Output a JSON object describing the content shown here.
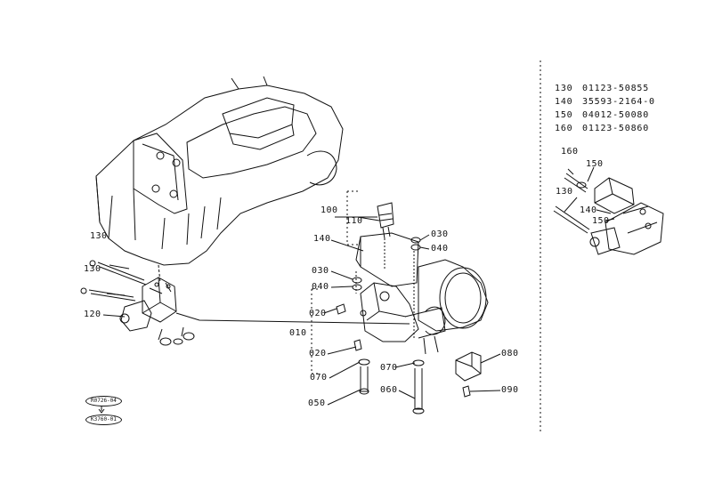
{
  "callouts": {
    "c100": "100",
    "c110": "110",
    "c140": "140",
    "c030a": "030",
    "c040a": "040",
    "c030b": "030",
    "c040b": "040",
    "c020a": "020",
    "c010": "010",
    "c020b": "020",
    "c070a": "070",
    "c070b": "070",
    "c050": "050",
    "c060": "060",
    "c080": "080",
    "c090": "090",
    "c130a": "130",
    "c130b": "130",
    "c120": "120"
  },
  "ref_ovals": {
    "top": "R0726-04",
    "bottom": "K3760-01"
  },
  "parts_table": [
    {
      "no": "130",
      "part": "01123-50855"
    },
    {
      "no": "140",
      "part": "35593-2164-0"
    },
    {
      "no": "150",
      "part": "04012-50080"
    },
    {
      "no": "160",
      "part": "01123-50860"
    }
  ],
  "inset_callouts": {
    "i160": "160",
    "i150a": "150",
    "i130": "130",
    "i140": "140",
    "i150b": "150"
  }
}
